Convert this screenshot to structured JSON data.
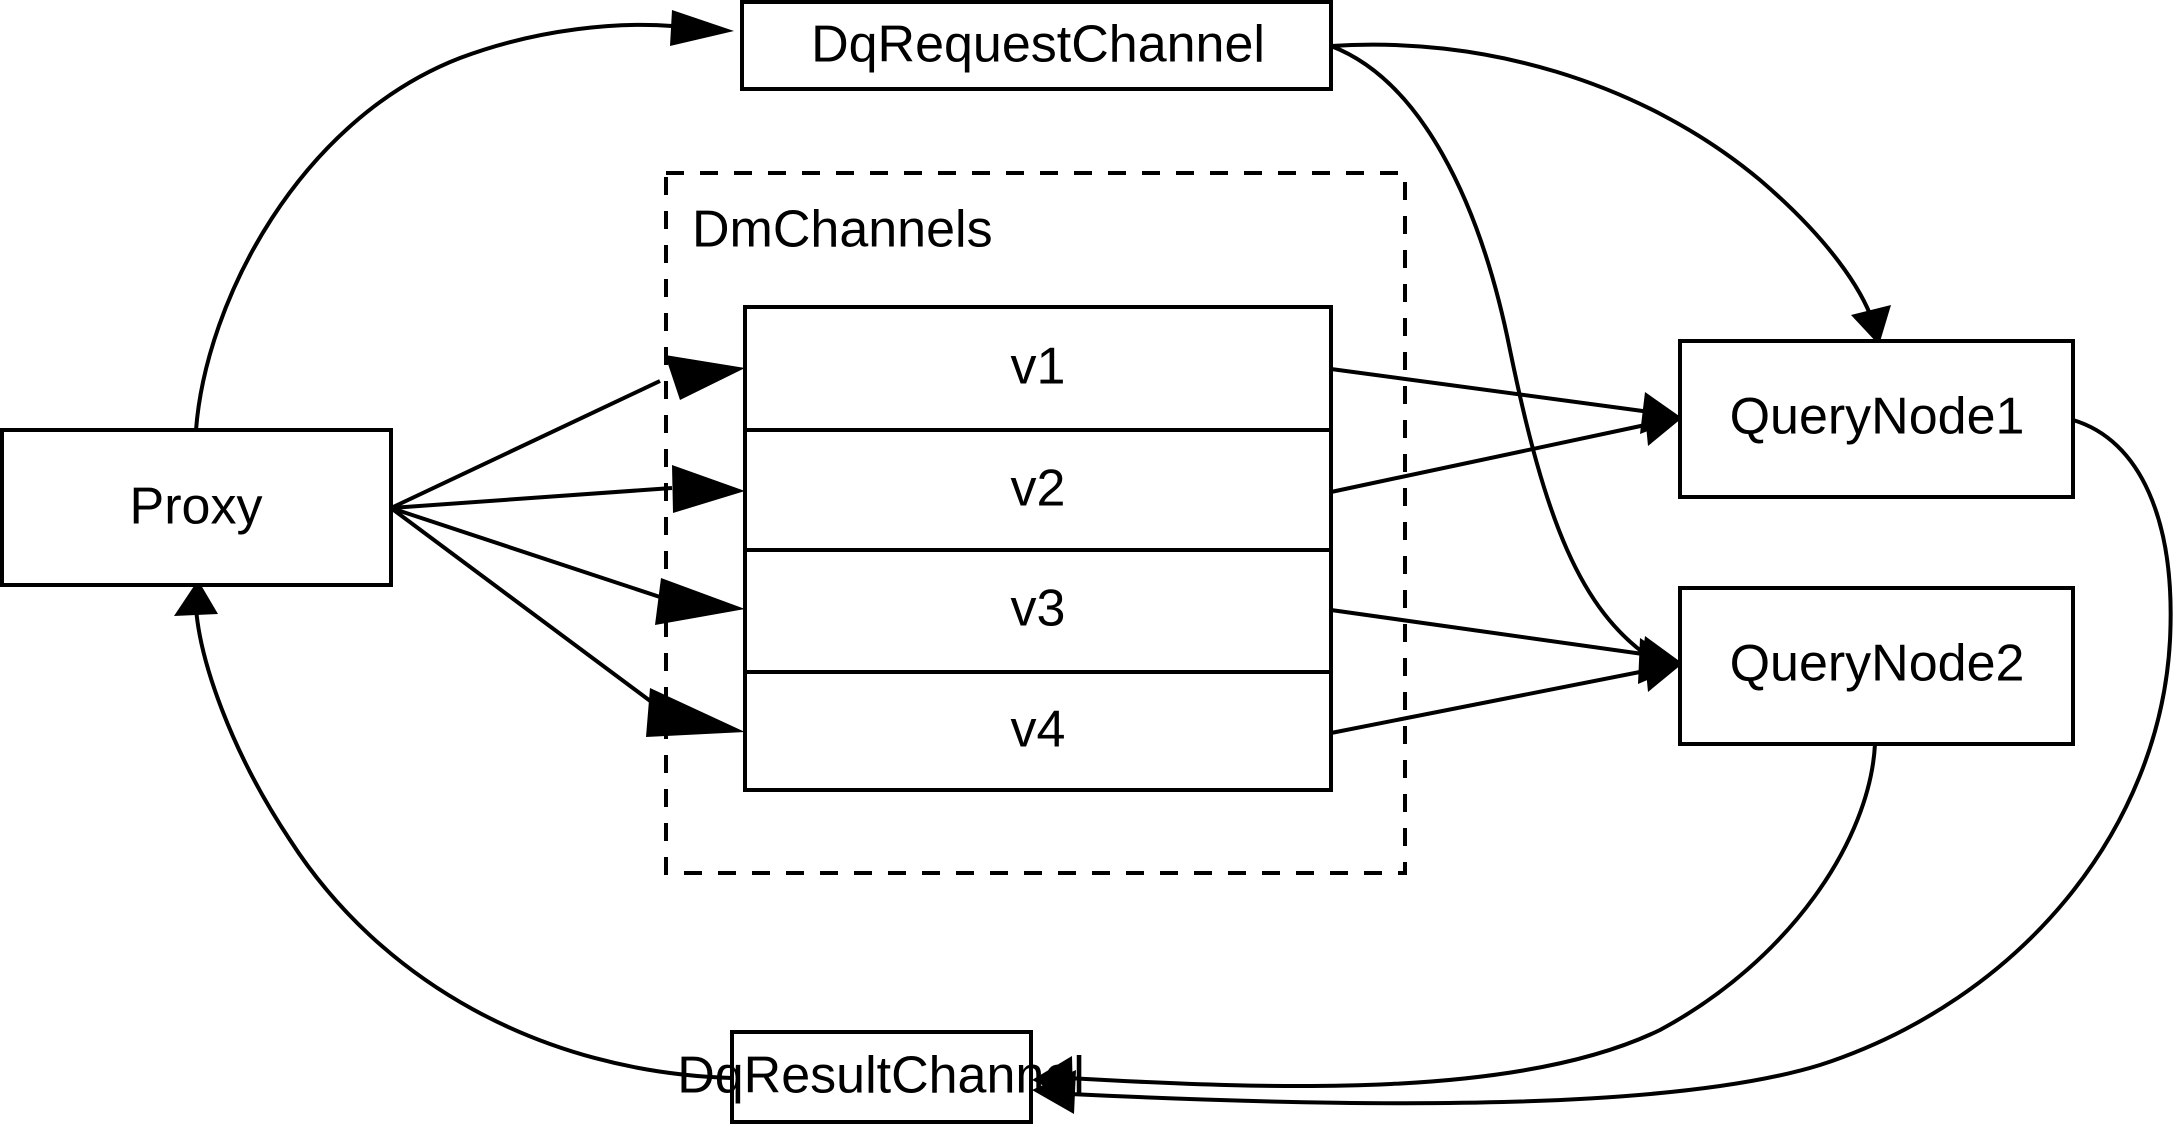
{
  "diagram": {
    "type": "flow-architecture",
    "background_color": "#ffffff",
    "stroke_color": "#000000",
    "nodes": {
      "proxy": {
        "label": "Proxy"
      },
      "dq_request_channel": {
        "label": "DqRequestChannel"
      },
      "dq_result_channel": {
        "label": "DqResultChannel"
      },
      "query_node_1": {
        "label": "QueryNode1"
      },
      "query_node_2": {
        "label": "QueryNode2"
      }
    },
    "group": {
      "label": "DmChannels",
      "style": "dashed",
      "shards": [
        {
          "label": "v1"
        },
        {
          "label": "v2"
        },
        {
          "label": "v3"
        },
        {
          "label": "v4"
        }
      ]
    },
    "edges": [
      {
        "from": "Proxy",
        "to": "DqRequestChannel",
        "style": "curved",
        "arrow": "to"
      },
      {
        "from": "Proxy",
        "to": "v1",
        "style": "straight",
        "arrow": "to"
      },
      {
        "from": "Proxy",
        "to": "v2",
        "style": "straight",
        "arrow": "to"
      },
      {
        "from": "Proxy",
        "to": "v3",
        "style": "straight",
        "arrow": "to"
      },
      {
        "from": "Proxy",
        "to": "v4",
        "style": "straight",
        "arrow": "to"
      },
      {
        "from": "DqRequestChannel",
        "to": "QueryNode1",
        "style": "curved",
        "arrow": "to"
      },
      {
        "from": "DqRequestChannel",
        "to": "QueryNode2",
        "style": "curved",
        "arrow": "to"
      },
      {
        "from": "v1",
        "to": "QueryNode1",
        "style": "straight",
        "arrow": "to"
      },
      {
        "from": "v2",
        "to": "QueryNode1",
        "style": "straight",
        "arrow": "to"
      },
      {
        "from": "v3",
        "to": "QueryNode2",
        "style": "straight",
        "arrow": "to"
      },
      {
        "from": "v4",
        "to": "QueryNode2",
        "style": "straight",
        "arrow": "to"
      },
      {
        "from": "QueryNode1",
        "to": "DqResultChannel",
        "style": "curved",
        "arrow": "to"
      },
      {
        "from": "QueryNode2",
        "to": "DqResultChannel",
        "style": "curved",
        "arrow": "to"
      },
      {
        "from": "DqResultChannel",
        "to": "Proxy",
        "style": "curved",
        "arrow": "to"
      }
    ]
  }
}
